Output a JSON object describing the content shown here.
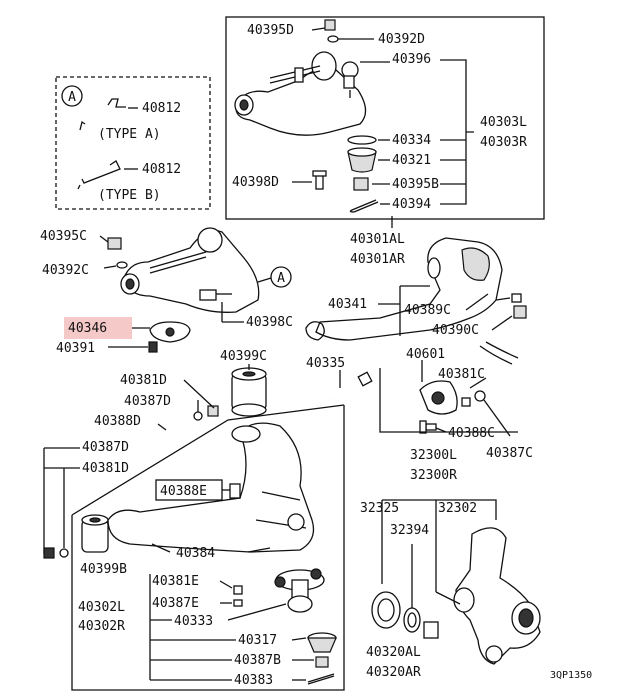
{
  "colors": {
    "highlight": "#f6c9c9",
    "ink": "#111111"
  },
  "inset": {
    "circle_label": "A",
    "top_part": "40812",
    "top_type": "(TYPE A)",
    "bottom_part": "40812",
    "bottom_type": "(TYPE B)"
  },
  "callout_label": "A",
  "upper_box": {
    "p40395D": "40395D",
    "p40392D": "40392D",
    "p40396": "40396",
    "p40334": "40334",
    "p40321": "40321",
    "p40398D": "40398D",
    "p40395B": "40395B",
    "p40394": "40394",
    "p40303L": "40303L",
    "p40303R": "40303R"
  },
  "upper_left": {
    "p40395C": "40395C",
    "p40392C": "40392C",
    "p40398C": "40398C",
    "p40346": "40346",
    "p40391": "40391",
    "p40399C": "40399C"
  },
  "mid_right": {
    "p40301AL": "40301AL",
    "p40301AR": "40301AR",
    "p40341": "40341",
    "p40389C": "40389C",
    "p40390C": "40390C",
    "p40335": "40335",
    "p40601": "40601",
    "p40381C": "40381C",
    "p40388C": "40388C",
    "p40387C": "40387C"
  },
  "lower_left": {
    "p40381D_a": "40381D",
    "p40387D_a": "40387D",
    "p40388D": "40388D",
    "p40387D_b": "40387D",
    "p40381D_b": "40381D",
    "p40388E": "40388E",
    "p40384": "40384",
    "p40399B": "40399B",
    "p40381E": "40381E",
    "p40387E": "40387E",
    "p40302L": "40302L",
    "p40302R": "40302R",
    "p40333": "40333",
    "p40317": "40317",
    "p40387B": "40387B",
    "p40383": "40383"
  },
  "knuckle": {
    "p32300L": "32300L",
    "p32300R": "32300R",
    "p32325": "32325",
    "p32302": "32302",
    "p32394": "32394",
    "p40320AL": "40320AL",
    "p40320AR": "40320AR"
  },
  "footer_code": "3QP1350"
}
